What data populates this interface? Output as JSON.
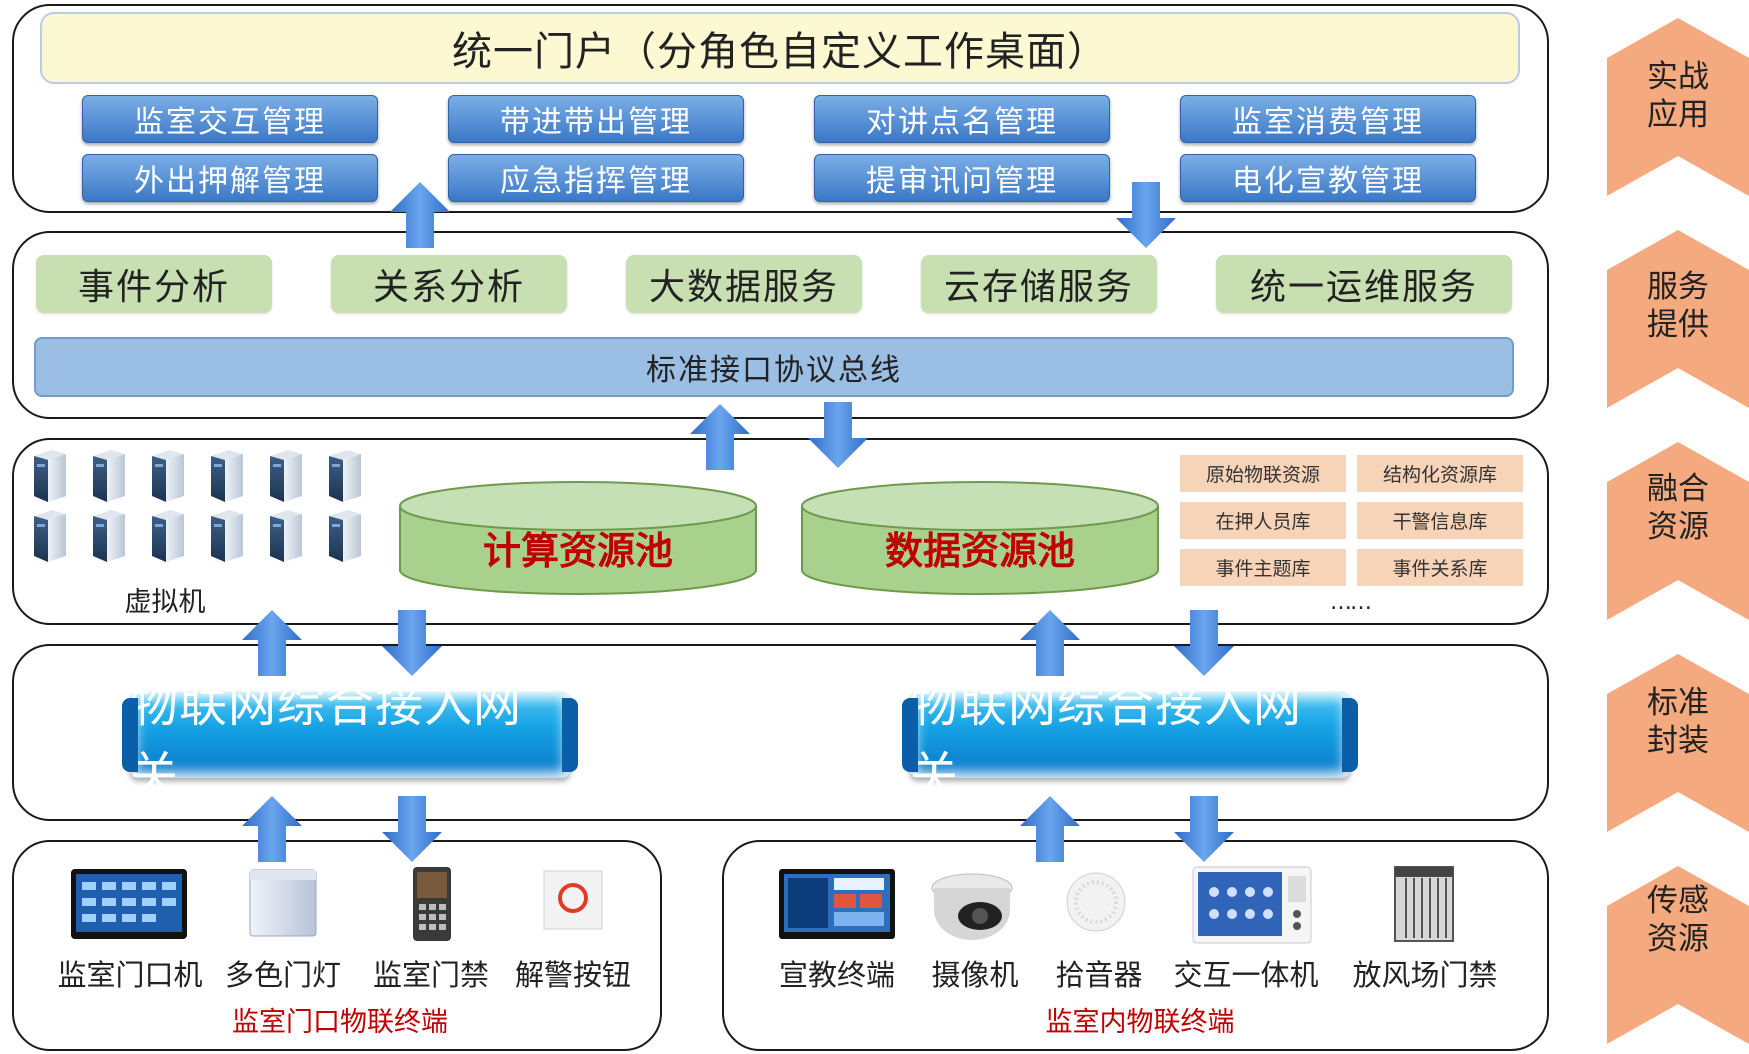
{
  "portal": {
    "title": "统一门户（分角色自定义工作桌面）"
  },
  "apps": [
    "监室交互管理",
    "带进带出管理",
    "对讲点名管理",
    "监室消费管理",
    "外出押解管理",
    "应急指挥管理",
    "提审讯问管理",
    "电化宣教管理"
  ],
  "services": [
    "事件分析",
    "关系分析",
    "大数据服务",
    "云存储服务",
    "统一运维服务"
  ],
  "bus": "标准接口协议总线",
  "resources": {
    "vm_label": "虚拟机",
    "compute_pool": "计算资源池",
    "data_pool": "数据资源池",
    "databases": [
      "原始物联资源",
      "结构化资源库",
      "在押人员库",
      "干警信息库",
      "事件主题库",
      "事件关系库"
    ],
    "more": "……"
  },
  "gateways": [
    "物联网综合接入网关",
    "物联网综合接入网关"
  ],
  "terminals_outside": {
    "items": [
      "监室门口机",
      "多色门灯",
      "监室门禁",
      "解警按钮"
    ],
    "group_label": "监室门口物联终端"
  },
  "terminals_inside": {
    "items": [
      "宣教终端",
      "摄像机",
      "拾音器",
      "交互一体机",
      "放风场门禁"
    ],
    "group_label": "监室内物联终端"
  },
  "layers": [
    "实战应用",
    "服务提供",
    "融合资源",
    "标准封装",
    "传感资源"
  ],
  "colors": {
    "accent_blue": "#3b78c6",
    "service_green": "#c8dfb2",
    "pool_green": "#a9d18e",
    "pool_text": "#c00000",
    "chevron": "#f4a97f"
  }
}
